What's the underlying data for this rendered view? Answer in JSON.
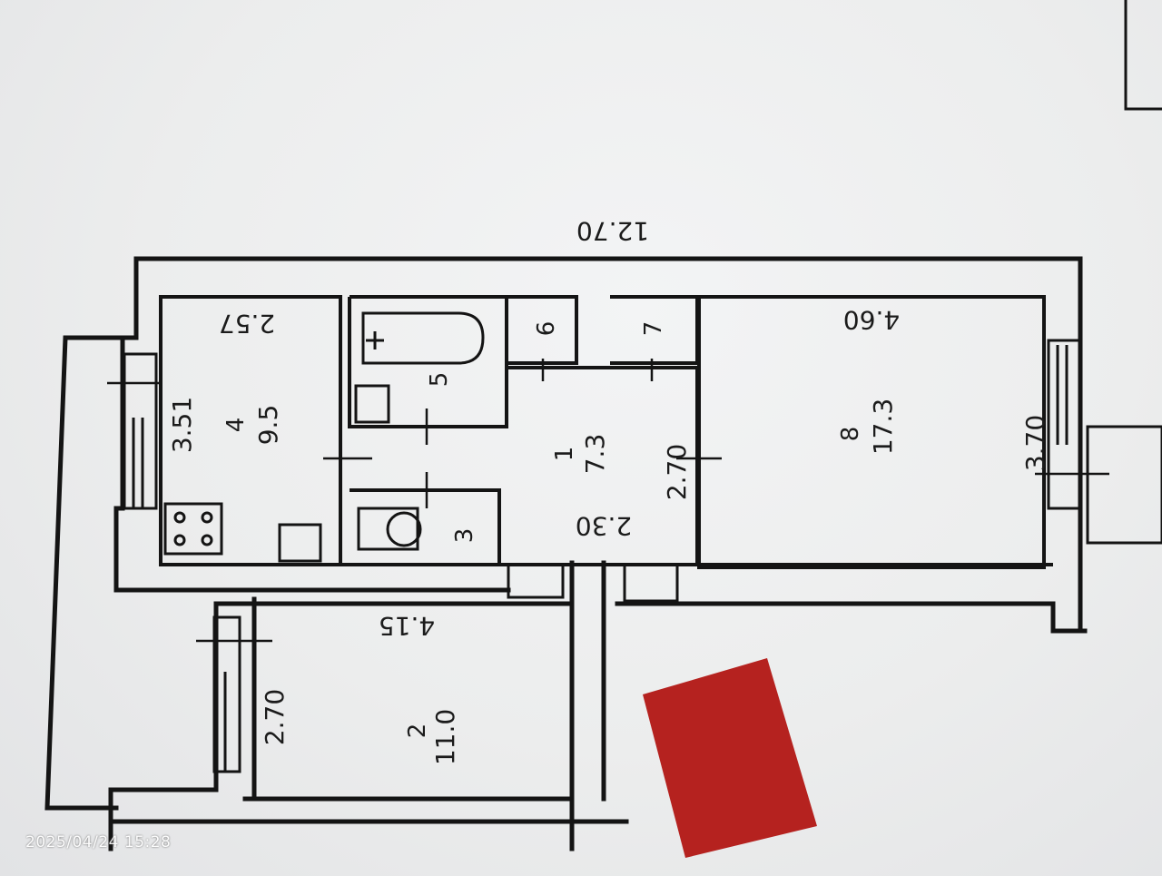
{
  "plan": {
    "overall_length": "12.70",
    "rooms": [
      {
        "id": "1",
        "area": "7.3"
      },
      {
        "id": "2",
        "area": "11.0"
      },
      {
        "id": "3",
        "area": ""
      },
      {
        "id": "4",
        "area": "9.5"
      },
      {
        "id": "5",
        "area": ""
      },
      {
        "id": "6",
        "area": ""
      },
      {
        "id": "7",
        "area": ""
      },
      {
        "id": "8",
        "area": "17.3"
      }
    ],
    "dimensions": {
      "kitchen_width": "2.57",
      "kitchen_depth": "3.51",
      "hall_width": "2.30",
      "hall_depth": "2.70",
      "room8_width": "4.60",
      "room8_depth": "3.70",
      "room2_width": "4.15",
      "room2_depth": "2.70"
    }
  },
  "overlay": {
    "timestamp": "2025/04/24 15:28",
    "sticker_color": "#b5221f"
  }
}
